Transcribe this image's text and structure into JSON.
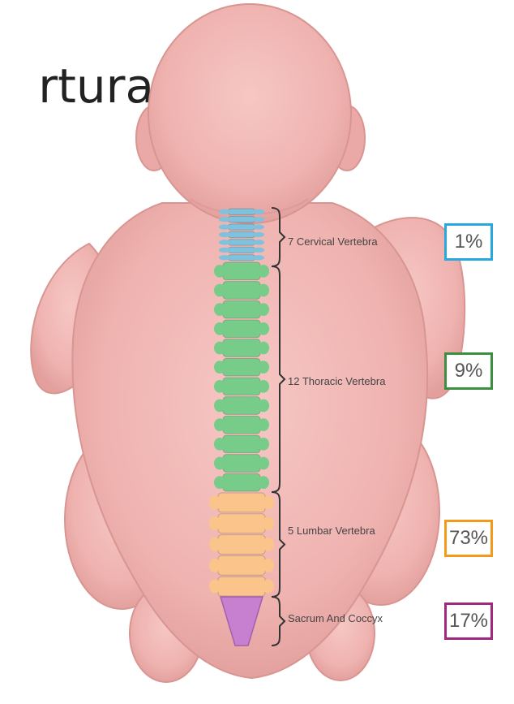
{
  "title": "rtura",
  "colors": {
    "skin": "#f0b8b5",
    "skin_shade": "#dc9895",
    "cervical": "#7fc2dd",
    "thoracic": "#78cc8a",
    "lumbar": "#fbc48a",
    "sacrum": "#c77fd0"
  },
  "regions": [
    {
      "id": "cervical",
      "label": "7 Cervical Vertebra",
      "percent": "1%",
      "box_color": "#29a8e0",
      "count": 7
    },
    {
      "id": "thoracic",
      "label": "12 Thoracic Vertebra",
      "percent": "9%",
      "box_color": "#3b8f3e",
      "count": 12
    },
    {
      "id": "lumbar",
      "label": "5 Lumbar Vertebra",
      "percent": "73%",
      "box_color": "#f29a1b",
      "count": 5
    },
    {
      "id": "sacrum",
      "label": "Sacrum And Coccyx",
      "percent": "17%",
      "box_color": "#a0287f",
      "count": 1
    }
  ]
}
